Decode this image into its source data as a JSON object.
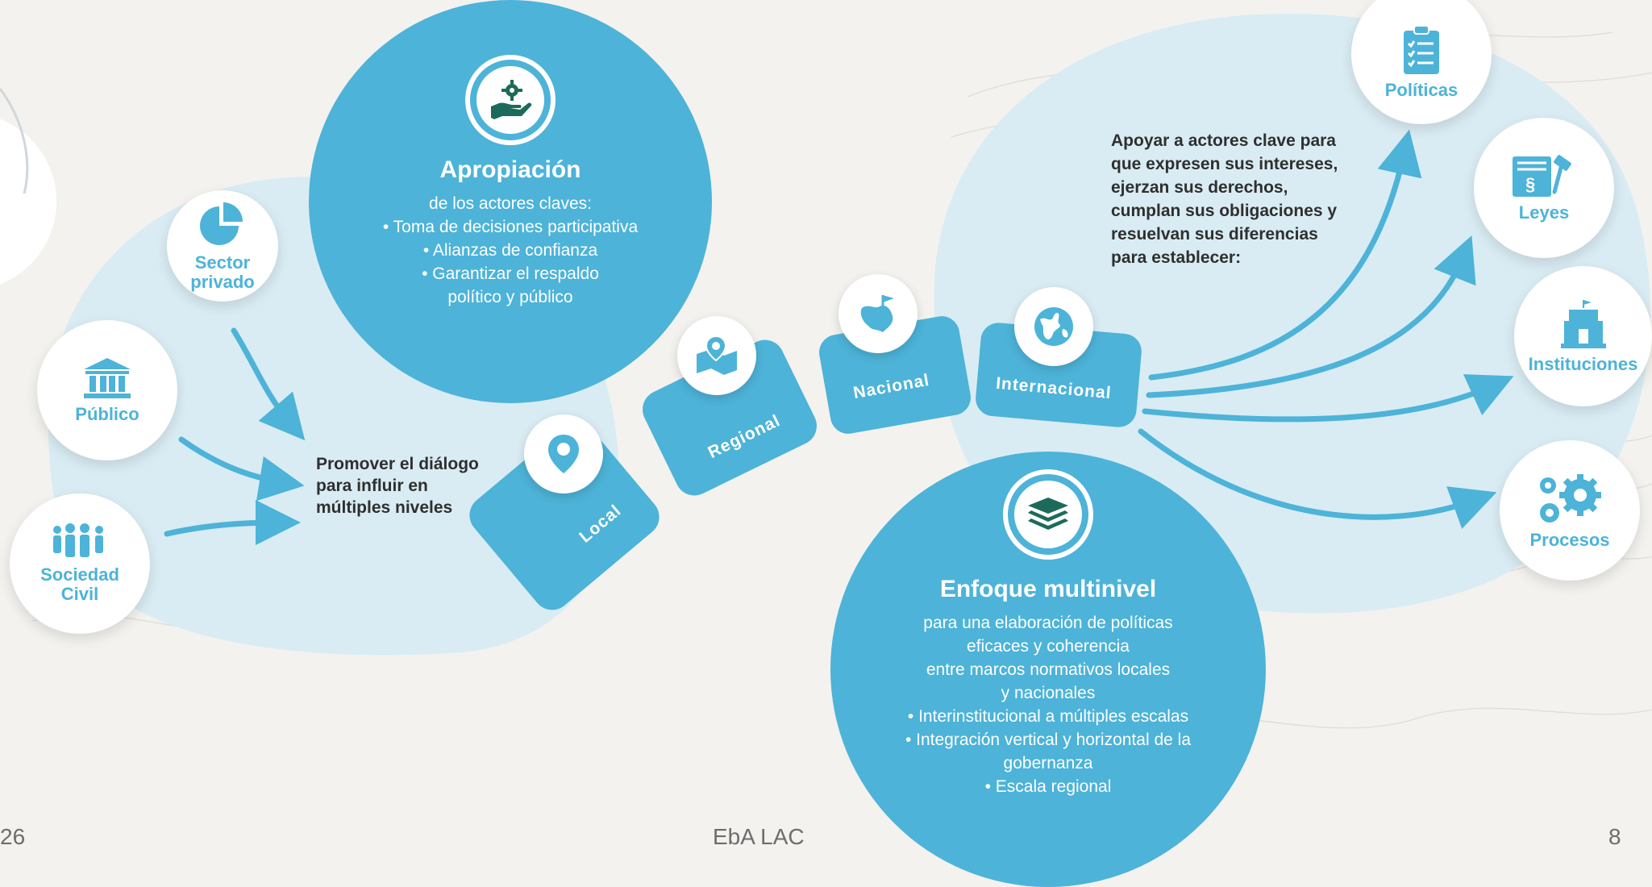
{
  "apropiacion": {
    "title": "Apropiación",
    "lines": [
      "de los actores claves:",
      "• Toma de decisiones participativa",
      "• Alianzas de confianza",
      "• Garantizar el respaldo",
      "político y público"
    ]
  },
  "enfoque": {
    "title": "Enfoque multinivel",
    "lines": [
      "para una elaboración de políticas",
      "eficaces y coherencia",
      "entre marcos normativos locales",
      "y nacionales",
      "• Interinstitucional a múltiples escalas",
      "• Integración vertical y horizontal de la",
      "gobernanza",
      "• Escala regional"
    ]
  },
  "actors": {
    "sector_privado": "Sector privado",
    "publico": "Público",
    "sociedad_civil": "Sociedad Civil"
  },
  "promover_text": [
    "Promover el diálogo",
    "para influir en",
    "múltiples niveles"
  ],
  "apoyar_text": [
    "Apoyar a actores clave para",
    "que expresen sus intereses,",
    "ejerzan sus derechos,",
    "cumplan sus obligaciones y",
    "resuelvan sus diferencias",
    "para establecer:"
  ],
  "levels": {
    "local": "Local",
    "regional": "Regional",
    "nacional": "Nacional",
    "internacional": "Internacional"
  },
  "outcomes": {
    "politicas": "Políticas",
    "leyes": "Leyes",
    "instituciones": "Instituciones",
    "procesos": "Procesos"
  },
  "footer": {
    "left_number": "26",
    "center": "EbA LAC",
    "page_number": "8"
  },
  "colors": {
    "accent": "#4db3d8",
    "light_blob": "#d9ecf3",
    "dark_green": "#1c6b5a"
  }
}
